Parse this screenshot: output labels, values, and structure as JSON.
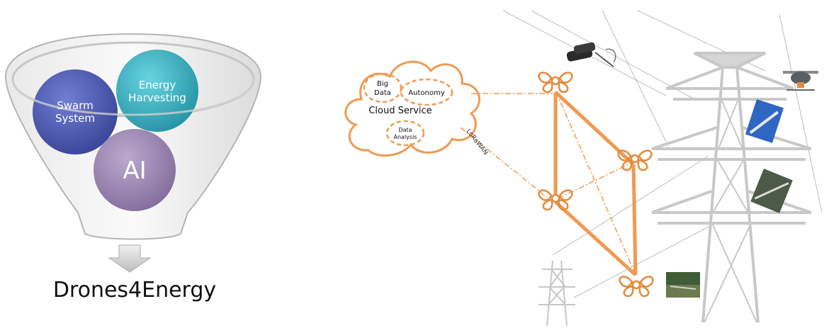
{
  "funnel": {
    "circles": [
      {
        "label_lines": [
          "Swarm",
          "System"
        ],
        "color": "#3f4fa8"
      },
      {
        "label_lines": [
          "Energy",
          "Harvesting"
        ],
        "color": "#2aa6b8"
      },
      {
        "label_lines": [
          "AI"
        ],
        "color": "#8f76a8"
      }
    ],
    "result": "Drones4Energy"
  },
  "cloud": {
    "title": "Cloud Service",
    "bubbles": [
      {
        "lines": [
          "Big",
          "Data"
        ]
      },
      {
        "lines": [
          "Autonomy"
        ]
      },
      {
        "lines": [
          "Data",
          "Analysis"
        ]
      }
    ],
    "link_label": "LoRaWAN"
  },
  "colors": {
    "accent": "#ef9a52",
    "tower": "#c8c8c8",
    "funnel": "#d9d9d9"
  }
}
